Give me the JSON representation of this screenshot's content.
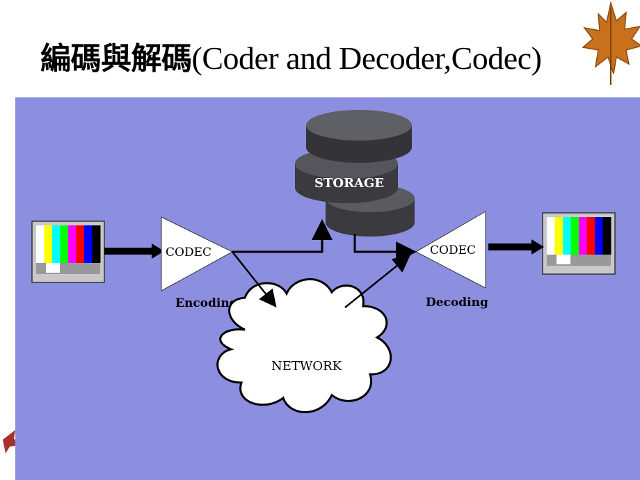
{
  "title": {
    "cjk": "編碼與解碼",
    "latin": "(Coder and Decoder,Codec)"
  },
  "diagram": {
    "storage_label": "STORAGE",
    "network_label": "NETWORK",
    "codec_left_label": "CODEC",
    "codec_right_label": "CODEC",
    "encoding_label": "Encoding",
    "decoding_label": "Decoding",
    "test_pattern_colors": [
      "#ffffff",
      "#ffff00",
      "#00ffff",
      "#00ff00",
      "#ff00ff",
      "#ff0000",
      "#0000ff",
      "#000000"
    ]
  },
  "colors": {
    "background": "#8c8ee0",
    "storage": "#3a3a3f",
    "leaf": "#c9701c"
  }
}
